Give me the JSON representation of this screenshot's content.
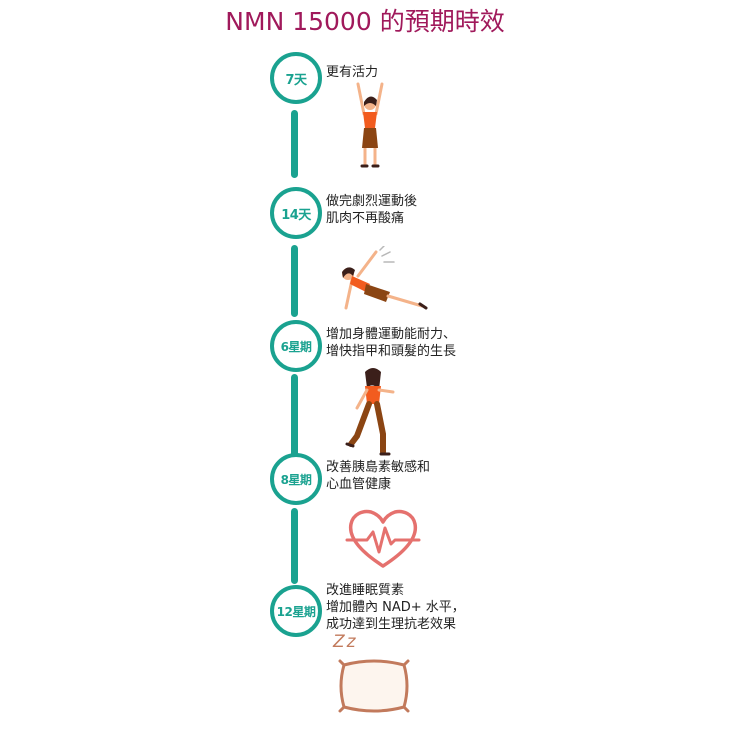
{
  "title": "NMN 15000 的預期時效",
  "colors": {
    "title": "#a0195b",
    "timeline": "#1aa290",
    "accent_orange": "#f25c1f",
    "skin": "#f4b38a",
    "hair": "#3b1f1a",
    "brown": "#8b4513",
    "heart": "#e5716e"
  },
  "milestones": [
    {
      "label": "7天",
      "lines": [
        "更有活力"
      ],
      "illustration": "stretching-woman-icon"
    },
    {
      "label": "14天",
      "lines": [
        "做完劇烈運動後",
        "肌肉不再酸痛"
      ],
      "illustration": "side-plank-woman-icon"
    },
    {
      "label": "6星期",
      "lines": [
        "增加身體運動能耐力、",
        "增快指甲和頭髮的生長"
      ],
      "illustration": "walking-woman-icon"
    },
    {
      "label": "8星期",
      "lines": [
        "改善胰島素敏感和",
        "心血管健康"
      ],
      "illustration": "heartbeat-icon"
    },
    {
      "label": "12星期",
      "lines": [
        "改進睡眠質素",
        "增加體內 NAD+ 水平，",
        "成功達到生理抗老效果"
      ],
      "illustration": "pillow-sleep-icon"
    }
  ],
  "sleep_text": "Zz"
}
